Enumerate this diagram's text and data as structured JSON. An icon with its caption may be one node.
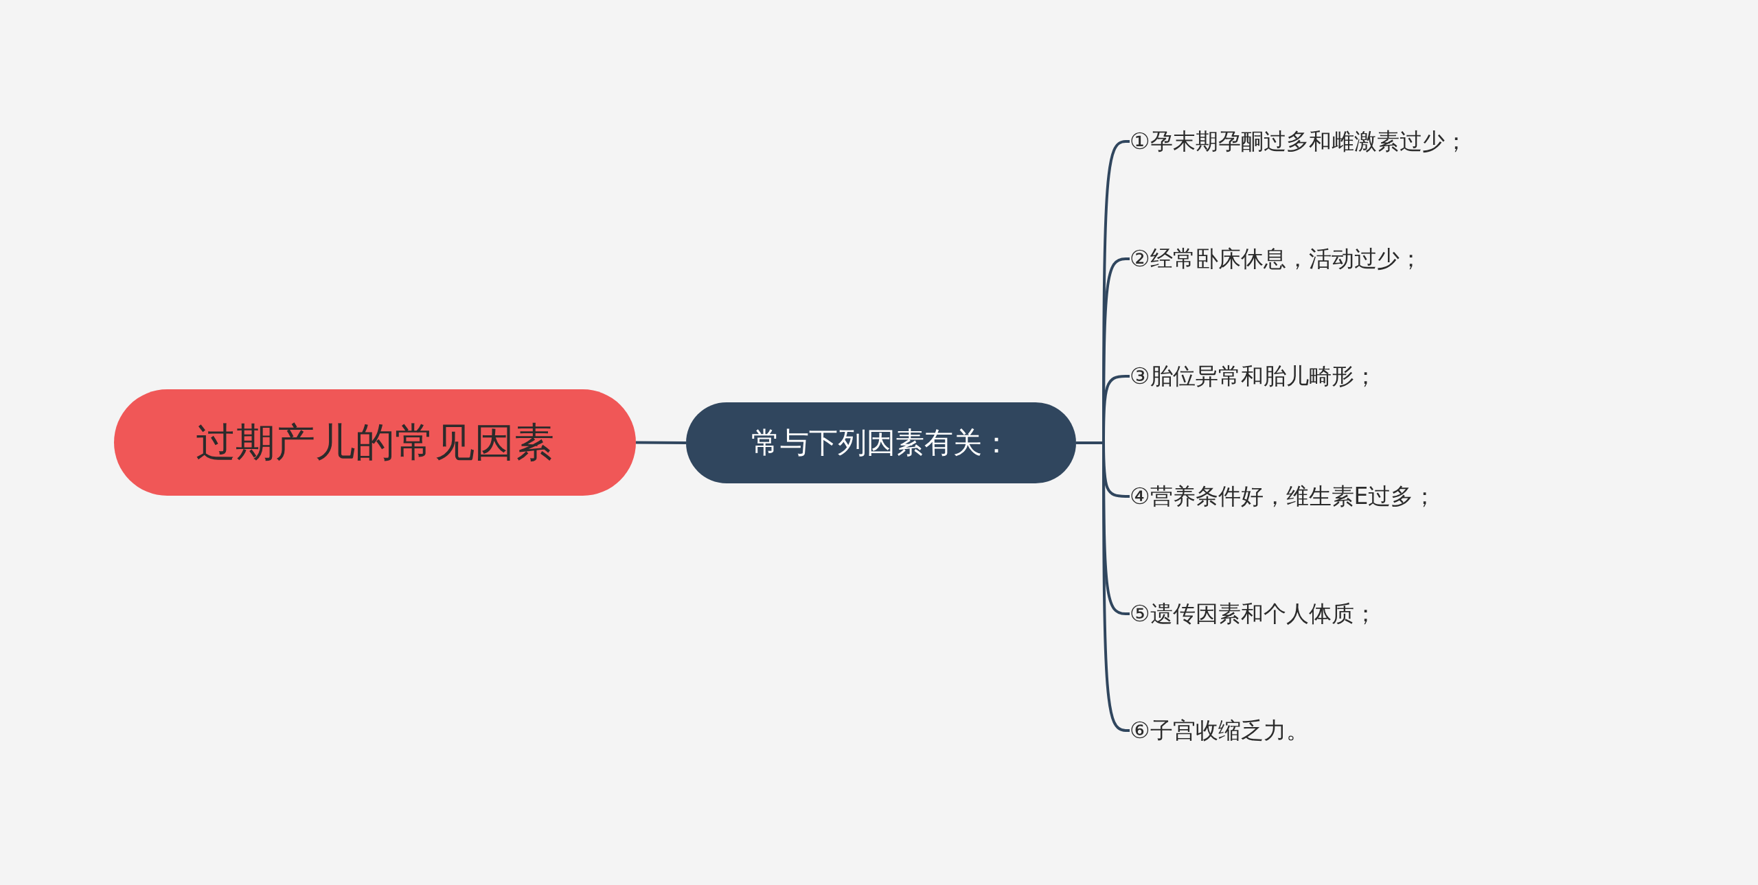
{
  "diagram": {
    "nodes": [
      {
        "text": [
          "过期产儿的常见因素"
        ]
      },
      {
        "text": [
          "常与下列因素有关："
        ]
      },
      {
        "text": [
          "①孕末期孕酮过多和雌激素过少；"
        ]
      },
      {
        "text": [
          "②经常卧床休息，活动过少；"
        ]
      },
      {
        "text": [
          "③胎位异常和胎儿畸形；"
        ]
      },
      {
        "text": [
          "④营养条件好，维生素E过多；"
        ]
      },
      {
        "text": [
          "⑤遗传因素和个人体质；"
        ]
      },
      {
        "text": [
          "⑥子宫收缩乏力。"
        ]
      }
    ],
    "edges": [
      {
        "from": 0,
        "to": 1,
        "arrow": "none"
      },
      {
        "from": 1,
        "to": 2,
        "arrow": "none"
      },
      {
        "from": 1,
        "to": 3,
        "arrow": "none"
      },
      {
        "from": 1,
        "to": 4,
        "arrow": "none"
      },
      {
        "from": 1,
        "to": 5,
        "arrow": "none"
      },
      {
        "from": 1,
        "to": 6,
        "arrow": "none"
      },
      {
        "from": 1,
        "to": 7,
        "arrow": "none"
      }
    ]
  }
}
